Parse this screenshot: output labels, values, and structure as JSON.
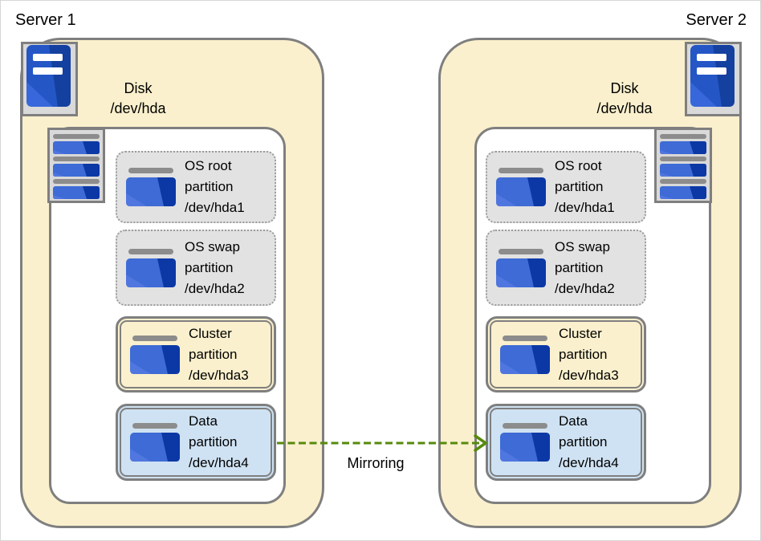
{
  "titles": {
    "server1": "Server 1",
    "server2": "Server 2"
  },
  "servers": [
    {
      "name": "Server 1",
      "disk": {
        "line1": "Disk",
        "line2": "/dev/hda"
      },
      "partitions": [
        {
          "id": "os-root",
          "style": "os",
          "lines": [
            "OS root",
            "partition",
            "/dev/hda1"
          ]
        },
        {
          "id": "os-swap",
          "style": "os",
          "lines": [
            "OS swap",
            "partition",
            "/dev/hda2"
          ]
        },
        {
          "id": "cluster",
          "style": "cluster",
          "lines": [
            "Cluster",
            "partition",
            "/dev/hda3"
          ]
        },
        {
          "id": "data",
          "style": "data",
          "lines": [
            "Data",
            "partition",
            "/dev/hda4"
          ]
        }
      ]
    },
    {
      "name": "Server 2",
      "disk": {
        "line1": "Disk",
        "line2": "/dev/hda"
      },
      "partitions": [
        {
          "id": "os-root",
          "style": "os",
          "lines": [
            "OS root",
            "partition",
            "/dev/hda1"
          ]
        },
        {
          "id": "os-swap",
          "style": "os",
          "lines": [
            "OS swap",
            "partition",
            "/dev/hda2"
          ]
        },
        {
          "id": "cluster",
          "style": "cluster",
          "lines": [
            "Cluster",
            "partition",
            "/dev/hda3"
          ]
        },
        {
          "id": "data",
          "style": "data",
          "lines": [
            "Data",
            "partition",
            "/dev/hda4"
          ]
        }
      ]
    }
  ],
  "mirroring": {
    "label": "Mirroring"
  },
  "icons": {
    "server": "server-tower-icon",
    "disk_stack": "disk-stack-icon",
    "partition": "disk-partition-icon"
  },
  "colors": {
    "server_fill": "#FAF0CD",
    "partition_os_fill": "#E2E2E2",
    "partition_cluster_fill": "#FAF0CD",
    "partition_data_fill": "#CFE2F3",
    "border_gray": "#7F7F7F",
    "dotted_gray": "#9B9B9B",
    "arrow_green": "#568A0C",
    "icon_gray_fill": "#D9D9D9",
    "icon_bar_gray": "#8C8C8C",
    "icon_blue_light": "#3E6BD5",
    "icon_blue_lighter": "#5076DF",
    "icon_blue_dark": "#0C38A6"
  }
}
